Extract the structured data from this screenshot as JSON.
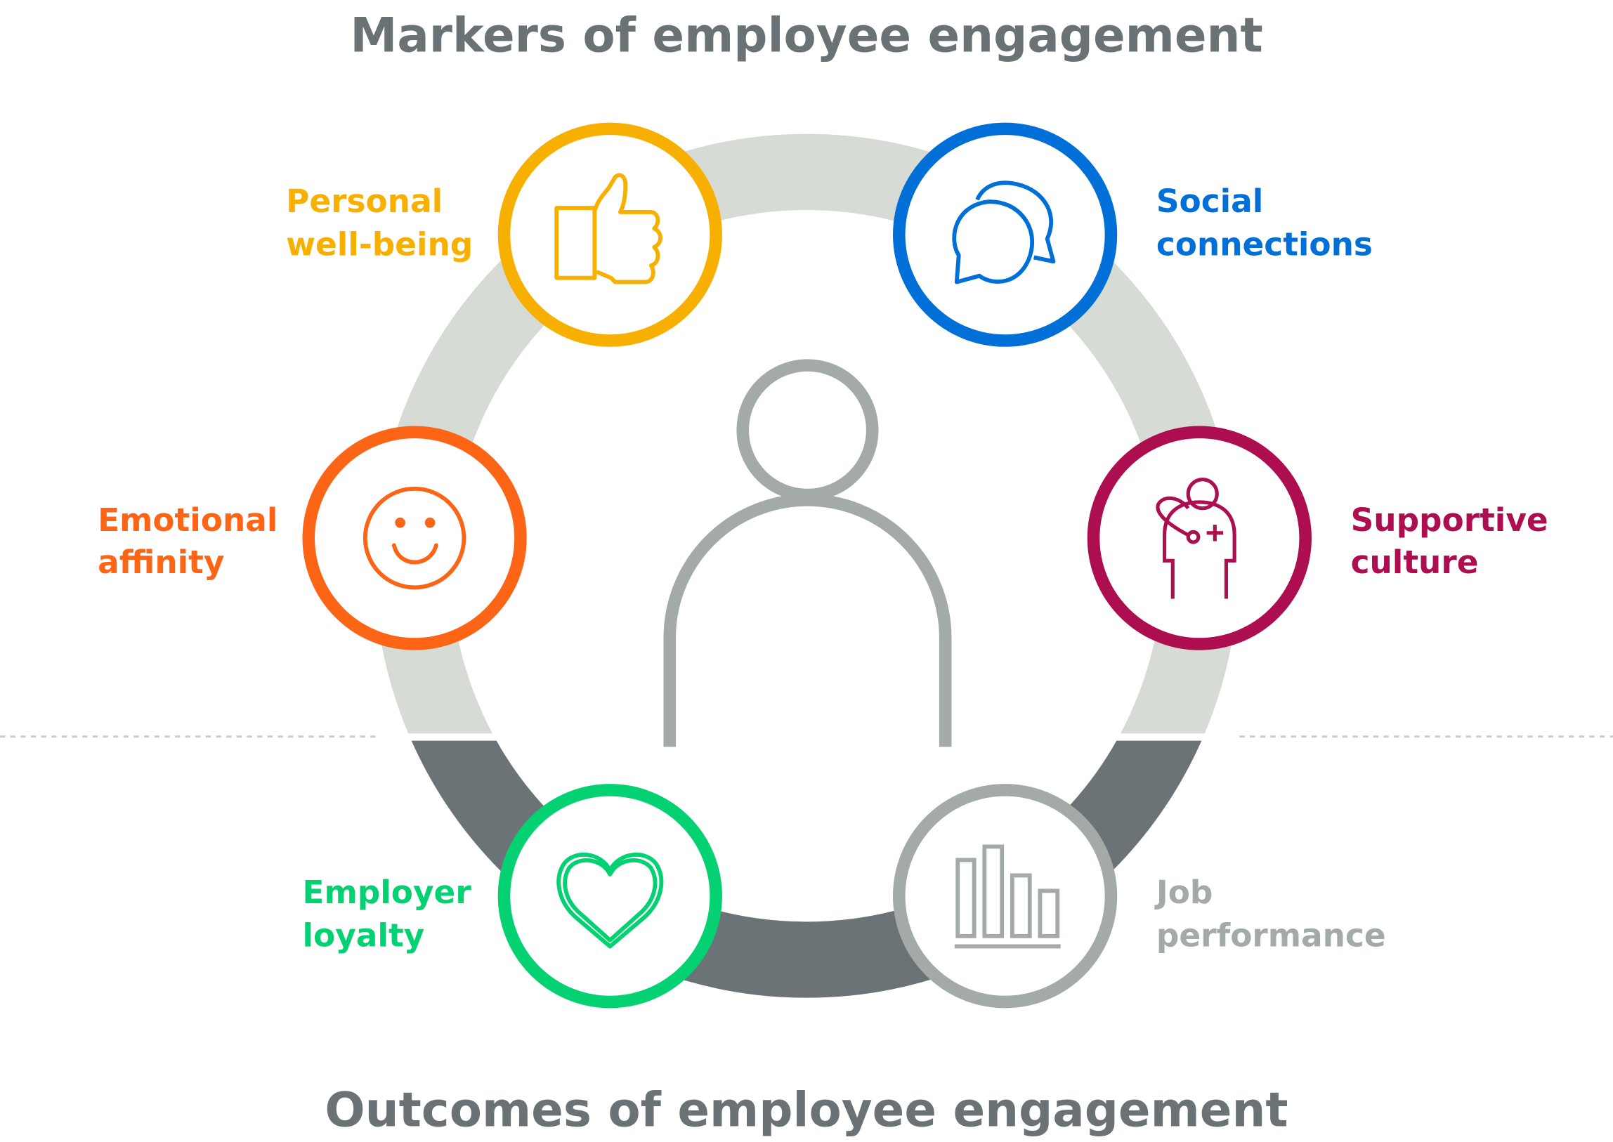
{
  "title_top": "Markers of employee engagement",
  "title_bottom": "Outcomes of employee engagement",
  "colors": {
    "ring_light": "#d7dbd6",
    "ring_dark": "#6c7377",
    "person": "#a3aaa7",
    "title": "#6b7275"
  },
  "markers": [
    {
      "line1": "Personal",
      "line2": "well-being",
      "icon": "thumbs-up-icon",
      "color": "#f8b000"
    },
    {
      "line1": "Social",
      "line2": "connections",
      "icon": "chat-bubbles-icon",
      "color": "#0070d8"
    },
    {
      "line1": "Emotional",
      "line2": "affinity",
      "icon": "smiley-icon",
      "color": "#fd6516"
    },
    {
      "line1": "Supportive",
      "line2": "culture",
      "icon": "caregiver-icon",
      "color": "#ad0e4f"
    }
  ],
  "outcomes": [
    {
      "line1": "Employer",
      "line2": "loyalty",
      "icon": "heart-icon",
      "color": "#04d172"
    },
    {
      "line1": "Job",
      "line2": "performance",
      "icon": "bar-chart-icon",
      "color": "#a3aaa7"
    }
  ]
}
